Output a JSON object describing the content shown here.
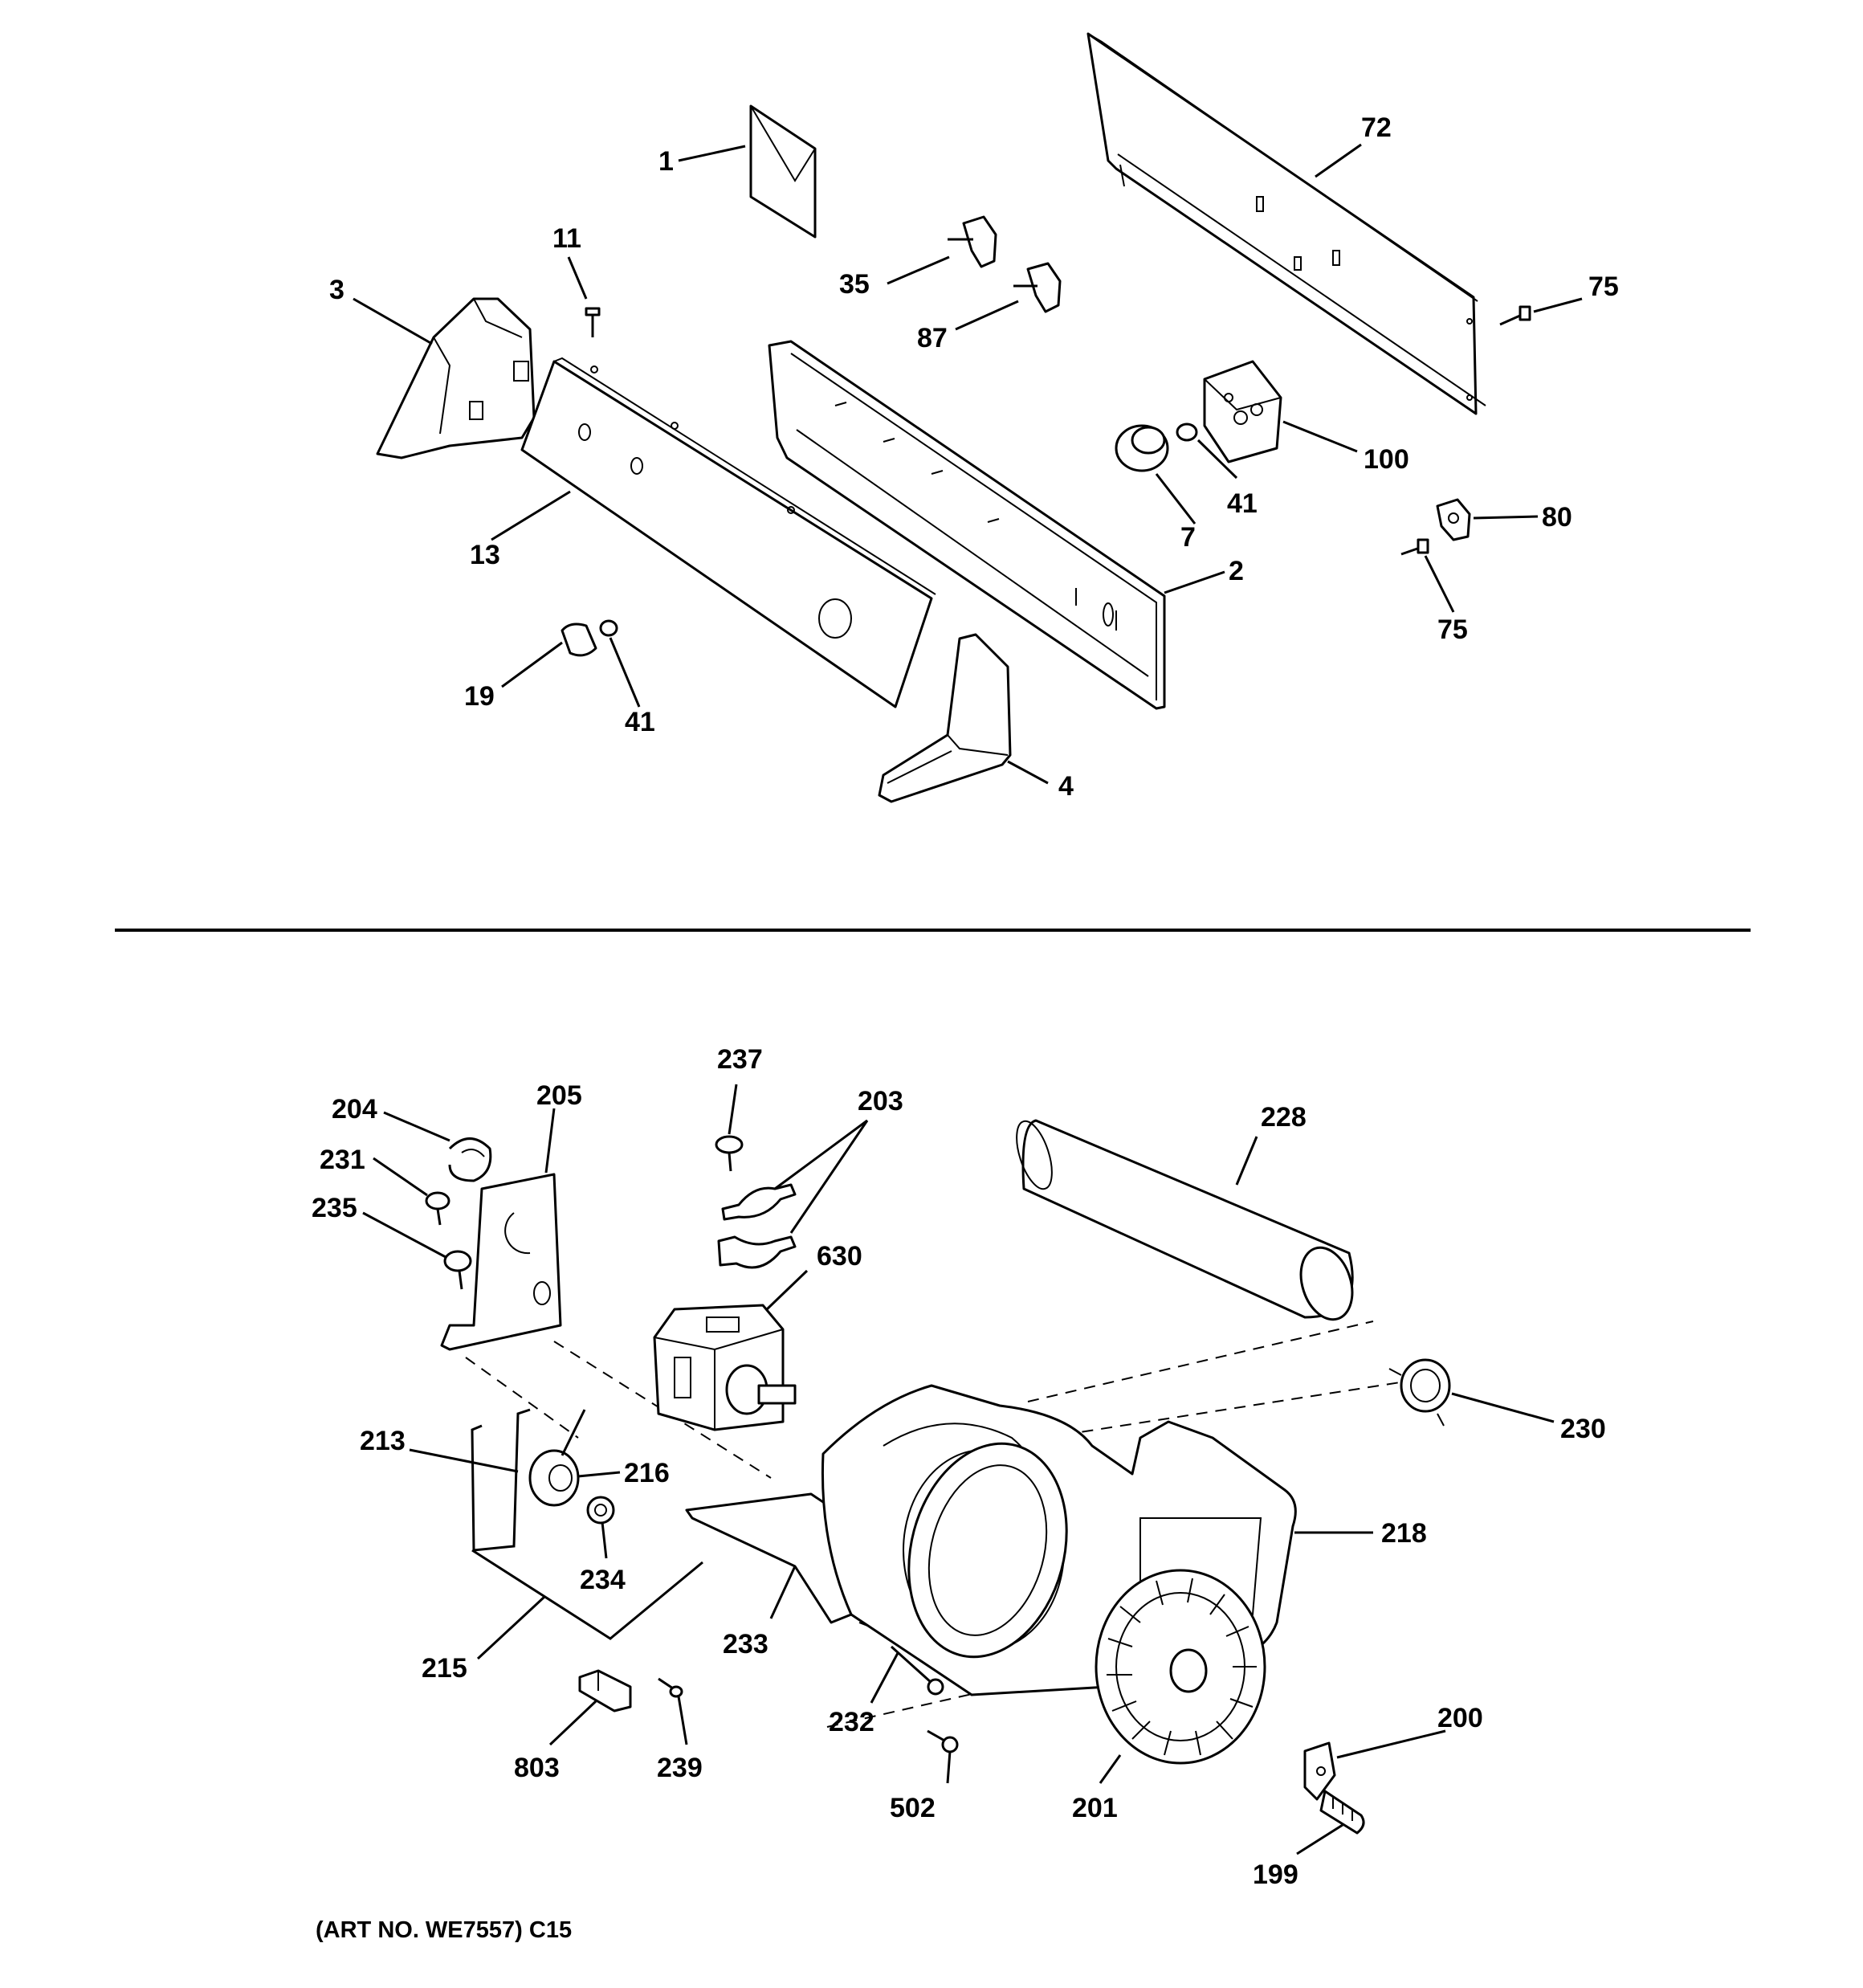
{
  "caption": "(ART NO. WE7557) C15",
  "callouts": {
    "c1": "1",
    "c72": "72",
    "c11": "11",
    "c35": "35",
    "c75a": "75",
    "c3": "3",
    "c87": "87",
    "c100": "100",
    "c41a": "41",
    "c7": "7",
    "c80": "80",
    "c13": "13",
    "c2": "2",
    "c75b": "75",
    "c19": "19",
    "c41b": "41",
    "c4": "4",
    "c237": "237",
    "c203": "203",
    "c204": "204",
    "c205": "205",
    "c228": "228",
    "c231": "231",
    "c235": "235",
    "c630": "630",
    "c230": "230",
    "c213": "213",
    "c216": "216",
    "c218": "218",
    "c234": "234",
    "c215": "215",
    "c233": "233",
    "c232": "232",
    "c200": "200",
    "c803": "803",
    "c239": "239",
    "c502": "502",
    "c201": "201",
    "c199": "199"
  }
}
